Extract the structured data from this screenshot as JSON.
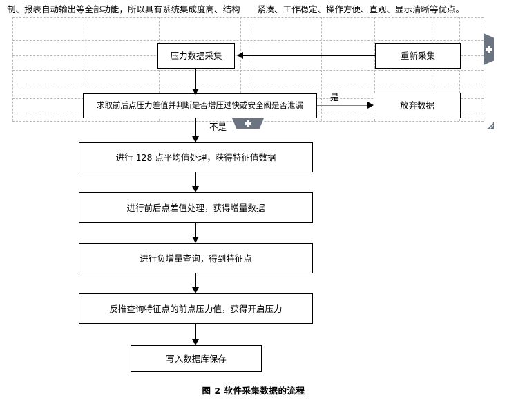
{
  "document": {
    "paragraph_left": "制、报表自动输出等全部功能，所以具有系统集成度高、结构",
    "paragraph_right": "紧凑、工作稳定、操作方便、直观、显示清晰等优点。",
    "caption": "图 2 软件采集数据的流程"
  },
  "flowchart": {
    "nodes": [
      {
        "id": "acquire",
        "label": "压力数据采集"
      },
      {
        "id": "reacquire",
        "label": "重新采集"
      },
      {
        "id": "decision",
        "label": "求取前后点压力差值并判断是否增压过快或安全阀是否泄漏"
      },
      {
        "id": "discard",
        "label": "放弃数据"
      },
      {
        "id": "average",
        "label": "进行 128 点平均值处理，获得特征值数据"
      },
      {
        "id": "delta",
        "label": "进行前后点差值处理，获得增量数据"
      },
      {
        "id": "negative",
        "label": "进行负增量查询，得到特征点"
      },
      {
        "id": "backtrack",
        "label": "反推查询特征点的前点压力值，获得开启压力"
      },
      {
        "id": "save",
        "label": "写入数据库保存"
      }
    ],
    "branch_labels": {
      "yes": "是",
      "no": "不是"
    }
  },
  "table_ui": {
    "insert_row_label": "+",
    "insert_column_label": "+",
    "resize_label": "resize"
  },
  "colors": {
    "gridline": "#b9b9b9",
    "shape_border": "#000000",
    "shape_fill": "#ffffff",
    "handle": "#6b7480",
    "connector": "#000000",
    "connector_gray": "#808080",
    "text": "#000000"
  }
}
